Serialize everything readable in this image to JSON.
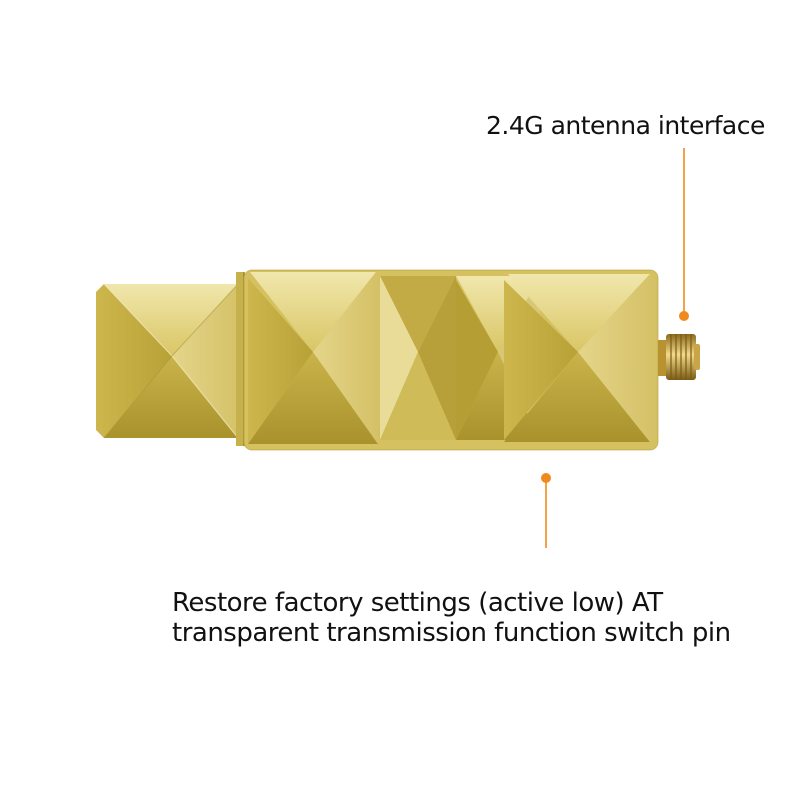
{
  "labels": {
    "antenna": "2.4G antenna interface",
    "restore_line1": "Restore factory settings (active low) AT",
    "restore_line2": "transparent transmission function switch pin"
  },
  "colors": {
    "background": "#ffffff",
    "gold_base": "#d8c35e",
    "gold_light": "#ede3a2",
    "gold_mid": "#dccb70",
    "gold_dark": "#b9a236",
    "gold_shadow": "#a48d28",
    "leader_line": "#f08a1c",
    "text": "#111111"
  },
  "icons": {
    "pointer_dot": "callout-dot-icon",
    "connector": "sma-connector-icon"
  }
}
